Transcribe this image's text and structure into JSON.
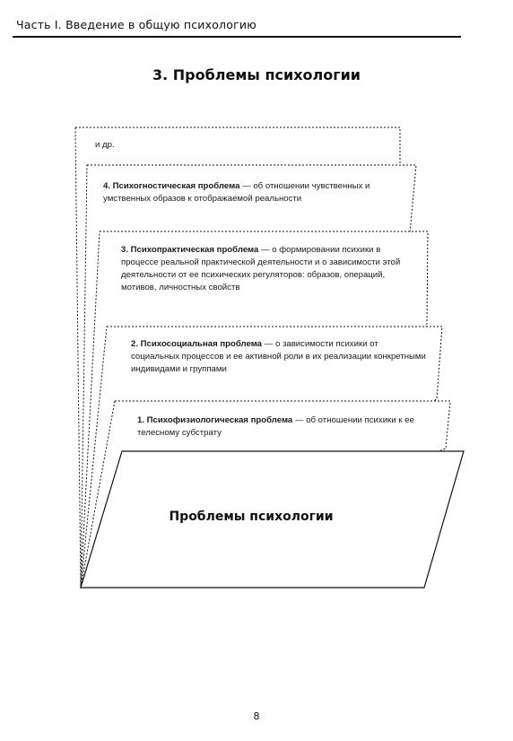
{
  "header": {
    "running_head": "Часть I. Введение в общую психологию",
    "section_title": "3. Проблемы психологии"
  },
  "diagram": {
    "front_label": "Проблемы психологии",
    "cards": [
      {
        "title": "",
        "text": "и др."
      },
      {
        "title": "4. Психогностическая проблема",
        "text": " — об отношении чувственных и умственных образов к отображаемой реальности"
      },
      {
        "title": "3. Психопрактическая проблема",
        "text": " — о формировании психики в процессе реальной практической деятельности и о зависимости этой деятельности от ее психических регуляторов: образов, операций, мотивов, личностных свойств"
      },
      {
        "title": "2. Психосоциальная проблема",
        "text": " — о зависимости психики от социальных процессов и ее активной роли в их реализации конкретными индивидами и группами"
      },
      {
        "title": "1. Психофизиологическая проблема",
        "text": " — об отношении психики к ее телесному субстрату"
      }
    ]
  },
  "footer": {
    "page_number": "8"
  }
}
